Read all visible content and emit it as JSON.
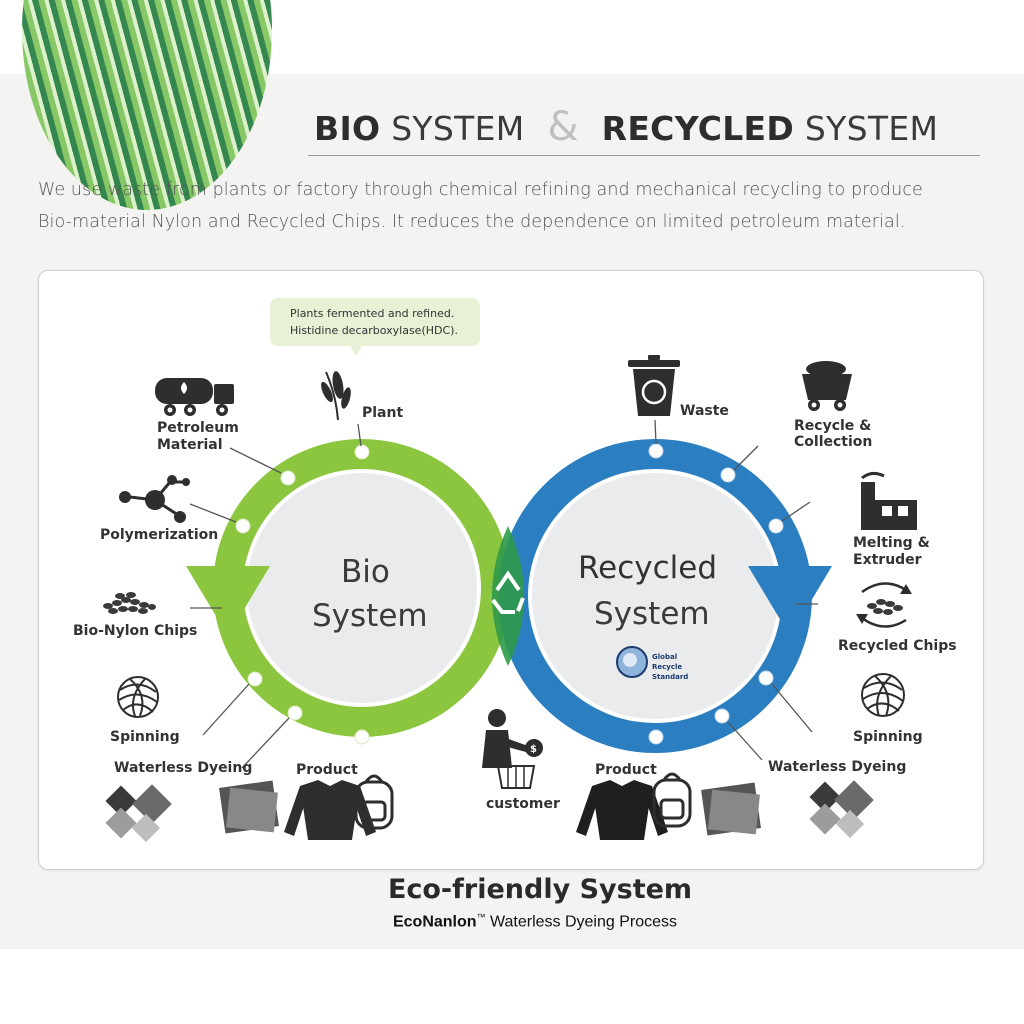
{
  "header": {
    "title_bio_bold": "BIO",
    "title_bio_rest": "SYSTEM",
    "title_amp": "&",
    "title_rec_bold": "RECYCLED",
    "title_rec_rest": "SYSTEM"
  },
  "intro": {
    "line1": "We use waste from plants or factory through chemical refining and mechanical recycling to produce",
    "line2": "Bio-material Nylon and Recycled Chips. It reduces the dependence on limited petroleum material."
  },
  "bubble": {
    "line1": "Plants fermented and refined.",
    "line2": "Histidine decarboxylase(HDC)."
  },
  "bio": {
    "center_line1": "Bio",
    "center_line2": "System",
    "labels": {
      "petroleum_1": "Petroleum",
      "petroleum_2": "Material",
      "plant": "Plant",
      "polymerization": "Polymerization",
      "chips": "Bio-Nylon Chips",
      "spinning": "Spinning",
      "dyeing": "Waterless Dyeing",
      "product": "Product"
    }
  },
  "recycled": {
    "center_line1": "Recycled",
    "center_line2": "System",
    "badge_line1": "Global",
    "badge_line2": "Recycle",
    "badge_line3": "Standard",
    "labels": {
      "waste": "Waste",
      "collection_1": "Recycle &",
      "collection_2": "Collection",
      "melting_1": "Melting &",
      "melting_2": "Extruder",
      "chips": "Recycled Chips",
      "spinning": "Spinning",
      "dyeing": "Waterless Dyeing",
      "product": "Product"
    }
  },
  "center": {
    "customer": "customer"
  },
  "footer": {
    "title": "Eco-friendly System",
    "brand": "EcoNanlon",
    "tm": "™",
    "rest": " Waterless Dyeing Process"
  },
  "colors": {
    "bio_green": "#8cc63f",
    "recycled_blue": "#2b7fc1",
    "overlap_green": "#2f9a49",
    "icon_dark": "#2e2e2e"
  }
}
